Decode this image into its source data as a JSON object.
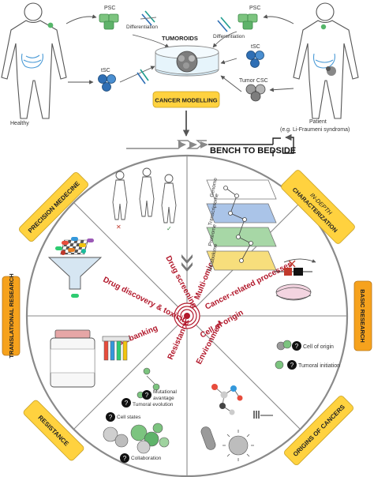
{
  "top": {
    "psc_left": "PSC",
    "differentiation_left": "Differentiation",
    "psc_right": "PSC",
    "differentiation_right": "Differentiation",
    "tumoroids": "TUMOROIDS",
    "tsc_left": "tSC",
    "tsc_right": "tSC",
    "tumor_csc": "Tumor CSC",
    "cancer_modelling": "CANCER MODELLING",
    "healthy": "Healthy",
    "patient_line1": "Patient",
    "patient_line2": "(e.g. Li-Fraumeni syndroma)"
  },
  "banner": "BENCH TO BEDSIDE",
  "outer_labels": {
    "precision_medecine": "PRECISION MEDECINE",
    "in_depth": "IN-DEPTH",
    "characterization": "CHARACTERIZATION",
    "translational_research": "TRANSLATIONAL RESEARCH",
    "basic_research": "BASIC RESEARCH",
    "resistance_outer": "RESISTANCE",
    "origins_of_cancers": "ORIGINS OF CANCERS"
  },
  "wheel_labels": {
    "drug_screening": "Drug screening",
    "multi_omics": "Multi-omics",
    "drug_discovery": "Drug discovery & toxicity",
    "cancer_related": "Cancer-related processes",
    "biobanking": "Biobanking",
    "cell_of_origin": "Cell of origin",
    "resistance": "Resistance",
    "environment": "Environment"
  },
  "omics": {
    "genome": "Genome",
    "transcriptome": "Transcriptome",
    "proteome": "Proteome",
    "metabolome": "Metabolome"
  },
  "origin_notes": {
    "q_mark": "?",
    "cell_of_origin": "Cell of origin",
    "tumoral_initiation": "Tumoral initiation"
  },
  "resistance_notes": {
    "mutational_line1": "Mutational",
    "mutational_line2": "avantage",
    "tumoral_evolution": "Tumoral evolution",
    "cell_states": "Cell states",
    "collaboration": "Collaboration"
  },
  "colors": {
    "wheel_label": "#b2182b",
    "yellow_box": "#ffd23f",
    "orange_box": "#f6a21d",
    "cell_green": "#7cc47f",
    "cell_blue": "#2f6fb5",
    "stroke": "#555555"
  }
}
